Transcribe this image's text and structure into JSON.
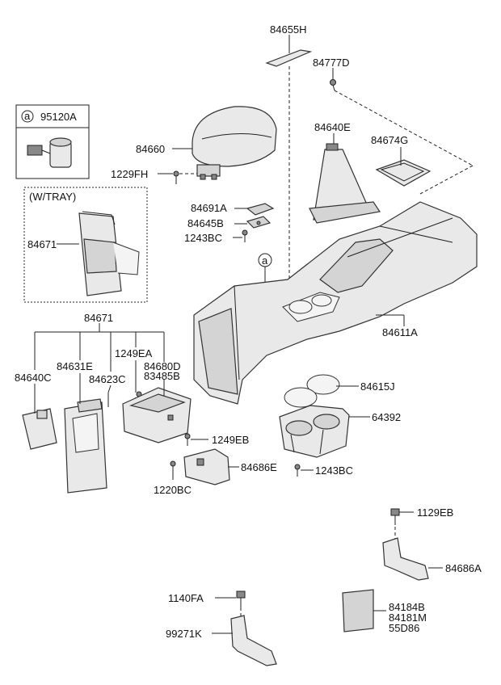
{
  "labels": {
    "p84655H": "84655H",
    "p84777D": "84777D",
    "p95120A": "95120A",
    "callout_a": "a",
    "p84640E": "84640E",
    "p84674G": "84674G",
    "p84660": "84660",
    "p1229FH": "1229FH",
    "wtray": "(W/TRAY)",
    "p84691A": "84691A",
    "p84645B": "84645B",
    "p1243BC_top": "1243BC",
    "p84671_tray": "84671",
    "p84671": "84671",
    "p84611A": "84611A",
    "p1249EA": "1249EA",
    "p84631E": "84631E",
    "p84680D": "84680D",
    "p83485B": "83485B",
    "p84640C": "84640C",
    "p84623C": "84623C",
    "p84615J": "84615J",
    "p64392": "64392",
    "p1249EB": "1249EB",
    "p84686E": "84686E",
    "p1243BC_bot": "1243BC",
    "p1220BC": "1220BC",
    "p1129EB": "1129EB",
    "p84686A": "84686A",
    "p1140FA": "1140FA",
    "p84184B": "84184B",
    "p84181M": "84181M",
    "p55D86": "55D86",
    "p99271K": "99271K"
  }
}
